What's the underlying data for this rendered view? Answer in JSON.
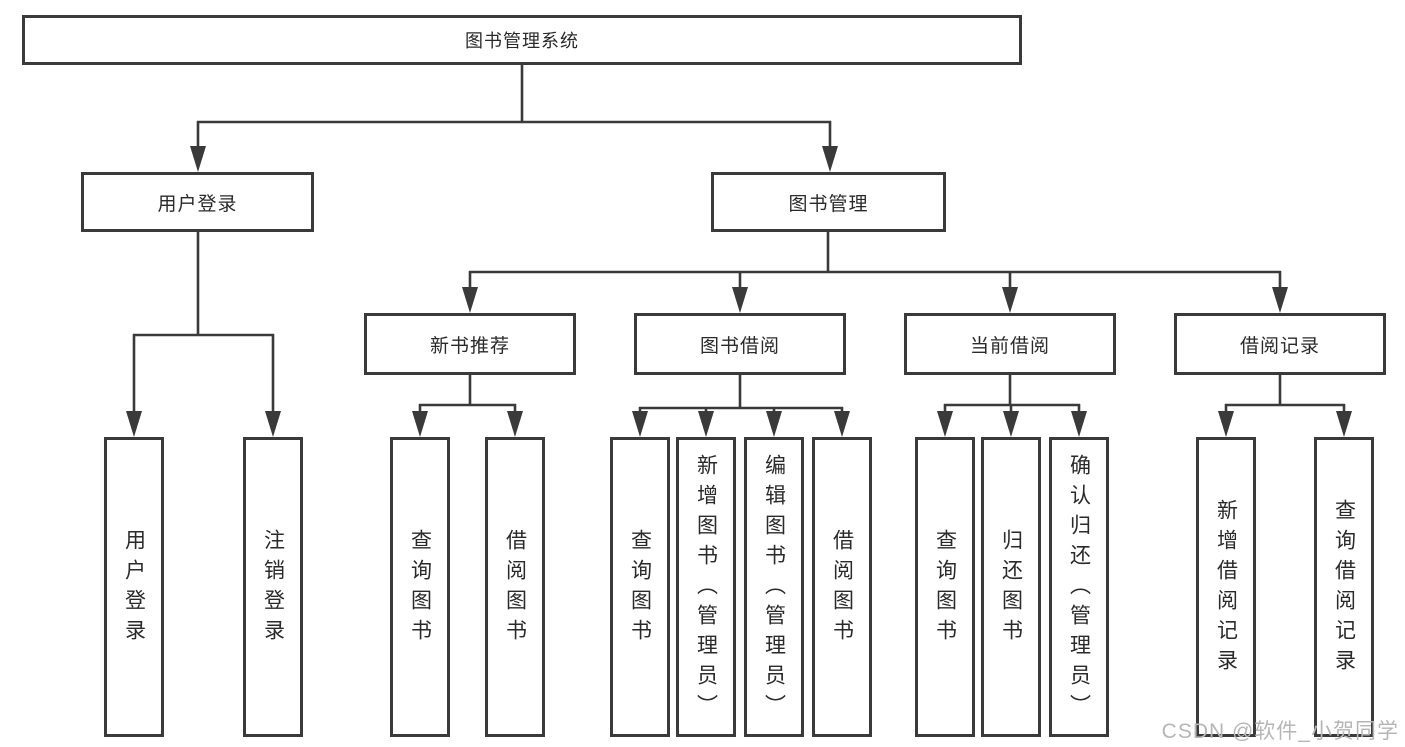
{
  "colors": {
    "line": "#3a3a3a",
    "text": "#2a2a2a",
    "box_background": "#ffffff",
    "watermark": "#b6b6b6"
  },
  "tree": {
    "root": {
      "label": "图书管理系统"
    },
    "branches": [
      {
        "label": "用户登录",
        "children": [
          {
            "label": "用户登录"
          },
          {
            "label": "注销登录"
          }
        ]
      },
      {
        "label": "图书管理",
        "children": [
          {
            "label": "新书推荐",
            "children": [
              {
                "label": "查询图书"
              },
              {
                "label": "借阅图书"
              }
            ]
          },
          {
            "label": "图书借阅",
            "children": [
              {
                "label": "查询图书"
              },
              {
                "label": "新增图书（管理员）"
              },
              {
                "label": "编辑图书（管理员）"
              },
              {
                "label": "借阅图书"
              }
            ]
          },
          {
            "label": "当前借阅",
            "children": [
              {
                "label": "查询图书"
              },
              {
                "label": "归还图书"
              },
              {
                "label": "确认归还（管理员）"
              }
            ]
          },
          {
            "label": "借阅记录",
            "children": [
              {
                "label": "新增借阅记录"
              },
              {
                "label": "查询借阅记录"
              }
            ]
          }
        ]
      }
    ]
  },
  "watermark": {
    "text": "CSDN @软件_小贺同学"
  }
}
